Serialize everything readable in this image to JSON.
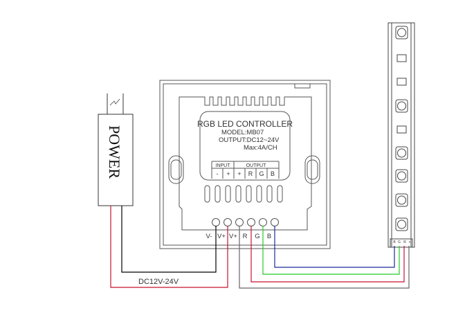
{
  "diagram": {
    "title": "RGB LED Controller Wiring Diagram",
    "power_supply": {
      "label": "POWER",
      "voltage_label": "DC12V-24V"
    },
    "controller": {
      "title": "RGB LED CONTROLLER",
      "model": "MODEL:MB07",
      "output": "OUTPUT:DC12~24V",
      "max": "Max:4A/CH",
      "input_header": "INPUT",
      "output_header": "OUTPUT",
      "pin_marks": [
        "-",
        "+",
        "+",
        "R",
        "G",
        "B"
      ],
      "terminal_labels": [
        "V-",
        "V+",
        "V+",
        "R",
        "G",
        "B"
      ]
    },
    "led_strip": {
      "pin_labels": [
        "B",
        "G",
        "R",
        "+"
      ]
    },
    "wire_colors": {
      "black": "#000000",
      "red": "#c8102e",
      "gray": "#666666",
      "green": "#22cc22",
      "blue": "#1a2a9a"
    }
  }
}
